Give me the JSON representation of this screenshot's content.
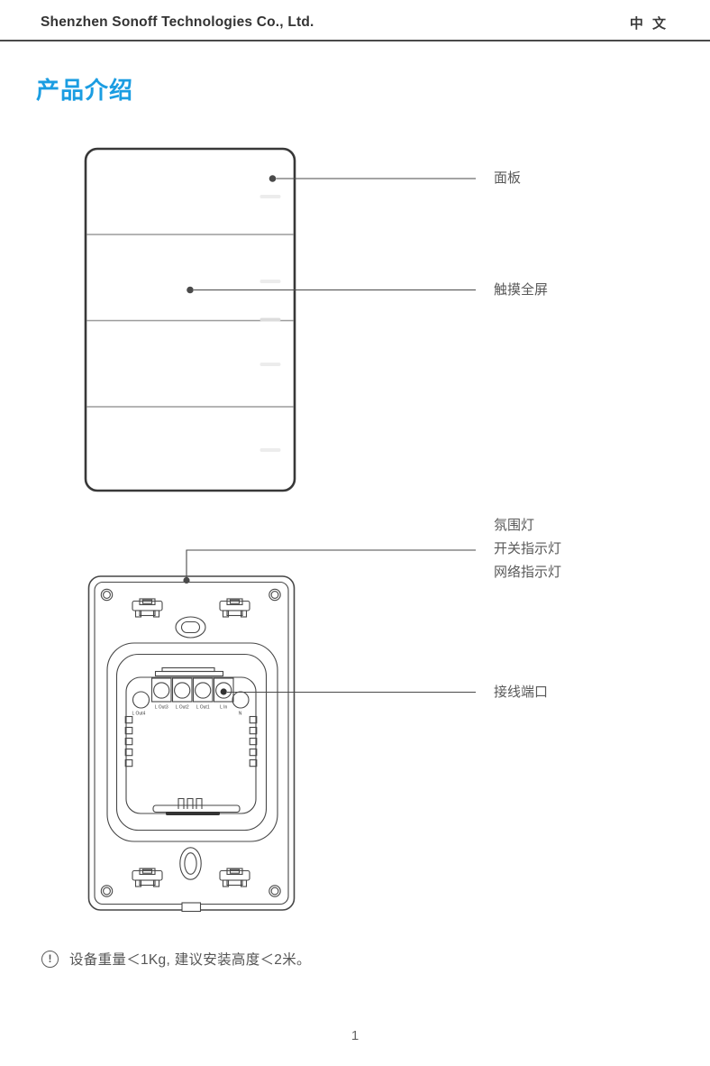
{
  "header": {
    "company": "Shenzhen Sonoff Technologies Co., Ltd.",
    "language": "中 文"
  },
  "section_title": "产品介绍",
  "colors": {
    "accent": "#1b9de2",
    "drawing_line": "#474747",
    "divider_gray": "#9b9b9b",
    "label_gray": "#595959"
  },
  "front_view": {
    "callout_panel": "面板",
    "callout_touch": "触摸全屏"
  },
  "back_view": {
    "callout_ambient": "氛围灯",
    "callout_switch_indicator": "开关指示灯",
    "callout_network_indicator": "网络指示灯",
    "callout_terminal": "接线端口",
    "terminal_labels": [
      "L Out3",
      "L Out2",
      "L Out1",
      "L In"
    ],
    "terminal_left": "L Out4",
    "terminal_right": "N"
  },
  "note": {
    "icon": "!",
    "text": "设备重量＜1Kg, 建议安装高度＜2米。"
  },
  "page_number": "1"
}
